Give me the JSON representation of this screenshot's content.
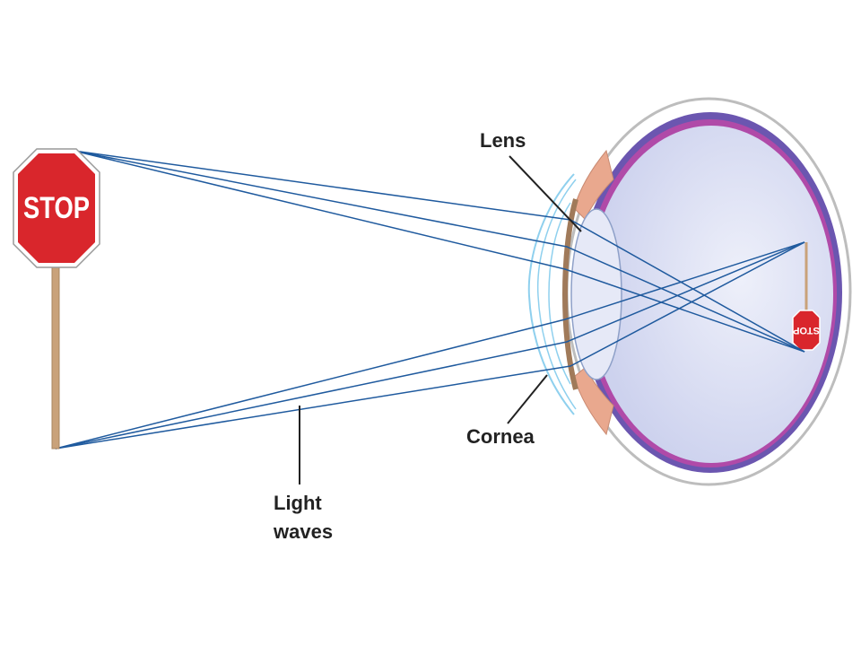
{
  "sign": {
    "text": "STOP",
    "color": "#d9262c",
    "pole_color": "#c9a27a"
  },
  "retinal_image": {
    "text": "STOP"
  },
  "labels": {
    "lens": "Lens",
    "cornea": "Cornea",
    "light_waves_line1": "Light",
    "light_waves_line2": "waves"
  },
  "colors": {
    "rays": "#1f5a9e",
    "sclera_outline": "#bdbdbd",
    "choroid": "#6b56b0",
    "retina": "#b04aa8",
    "vitreous": "#dfe3f6",
    "iris": "#e9a88e",
    "cornea": "#8fd0ee"
  },
  "icons": {
    "sign": "stop-sign-icon",
    "eye": "eyeball-icon"
  }
}
